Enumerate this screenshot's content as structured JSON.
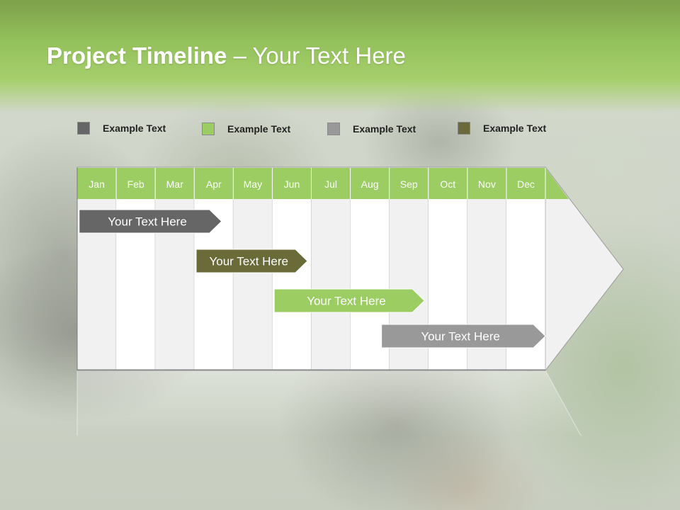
{
  "header": {
    "title_bold": "Project Timeline",
    "title_rest": " – Your Text Here"
  },
  "legend": [
    {
      "label": "Example Text",
      "color": "#666666"
    },
    {
      "label": "Example Text",
      "color": "#9bcd62"
    },
    {
      "label": "Example Text",
      "color": "#999999"
    },
    {
      "label": "Example Text",
      "color": "#6b6b3a"
    }
  ],
  "timeline": {
    "months": [
      "Jan",
      "Feb",
      "Mar",
      "Apr",
      "May",
      "Jun",
      "Jul",
      "Aug",
      "Sep",
      "Oct",
      "Nov",
      "Dec"
    ],
    "header_color": "#9bcd62",
    "tasks": [
      {
        "label": "Your  Text Here",
        "start_month": 0.05,
        "end_month": 3.7,
        "color": "#666666"
      },
      {
        "label": "Your  Text Here",
        "start_month": 3.05,
        "end_month": 5.9,
        "color": "#6b6b3a"
      },
      {
        "label": "Your  Text Here",
        "start_month": 5.05,
        "end_month": 8.9,
        "color": "#9bcd62"
      },
      {
        "label": "Your  Text Here",
        "start_month": 7.8,
        "end_month": 12.0,
        "color": "#999999"
      }
    ]
  }
}
